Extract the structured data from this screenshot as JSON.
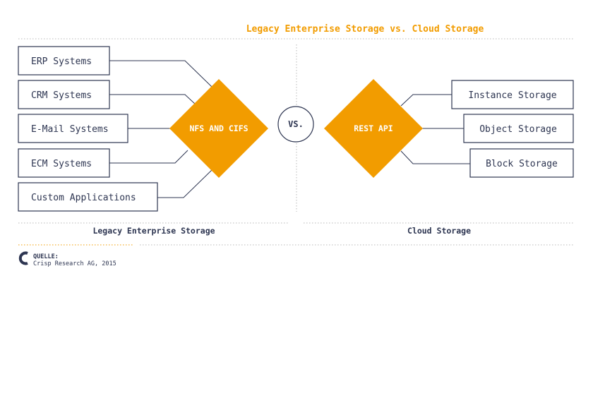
{
  "title": "Legacy Enterprise Storage vs. Cloud Storage",
  "left": {
    "caption": "Legacy Enterprise Storage",
    "hub_label": "NFS AND CIFS",
    "items": [
      "ERP Systems",
      "CRM Systems",
      "E-Mail Systems",
      "ECM Systems",
      "Custom Applications"
    ]
  },
  "center": {
    "vs_label": "VS."
  },
  "right": {
    "caption": "Cloud Storage",
    "hub_label": "REST API",
    "items": [
      "Instance Storage",
      "Object Storage",
      "Block Storage"
    ]
  },
  "source": {
    "label": "QUELLE:",
    "text": "Crisp Research AG, 2015"
  },
  "colors": {
    "accent": "#f29c00",
    "ink": "#2d3551",
    "dots": "#b8b8b8",
    "white": "#ffffff"
  }
}
